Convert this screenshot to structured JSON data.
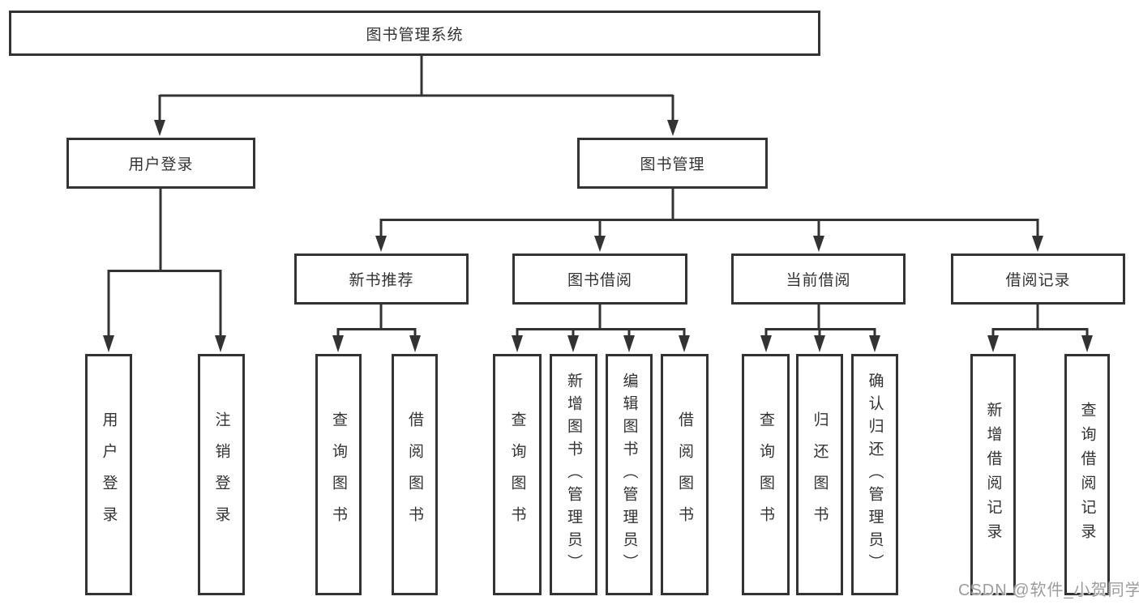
{
  "diagram_type": "functional-structure-tree",
  "tree": {
    "label": "图书管理系统",
    "children": [
      {
        "label": "用户登录",
        "children": [
          {
            "label": "用户登录"
          },
          {
            "label": "注销登录"
          }
        ]
      },
      {
        "label": "图书管理",
        "children": [
          {
            "label": "新书推荐",
            "children": [
              {
                "label": "查询图书"
              },
              {
                "label": "借阅图书"
              }
            ]
          },
          {
            "label": "图书借阅",
            "children": [
              {
                "label": "查询图书"
              },
              {
                "label": "新增图书（管理员）"
              },
              {
                "label": "编辑图书（管理员）"
              },
              {
                "label": "借阅图书"
              }
            ]
          },
          {
            "label": "当前借阅",
            "children": [
              {
                "label": "查询图书"
              },
              {
                "label": "归还图书"
              },
              {
                "label": "确认归还（管理员）"
              }
            ]
          },
          {
            "label": "借阅记录",
            "children": [
              {
                "label": "新增借阅记录"
              },
              {
                "label": "查询借阅记录"
              }
            ]
          }
        ]
      }
    ]
  },
  "watermark": {
    "text": "CSDN @软件_小贺同学"
  },
  "colors": {
    "line": "#333333",
    "box_border": "#333333",
    "text": "#333333",
    "background": "#ffffff",
    "watermark": "#9c9c9c"
  }
}
